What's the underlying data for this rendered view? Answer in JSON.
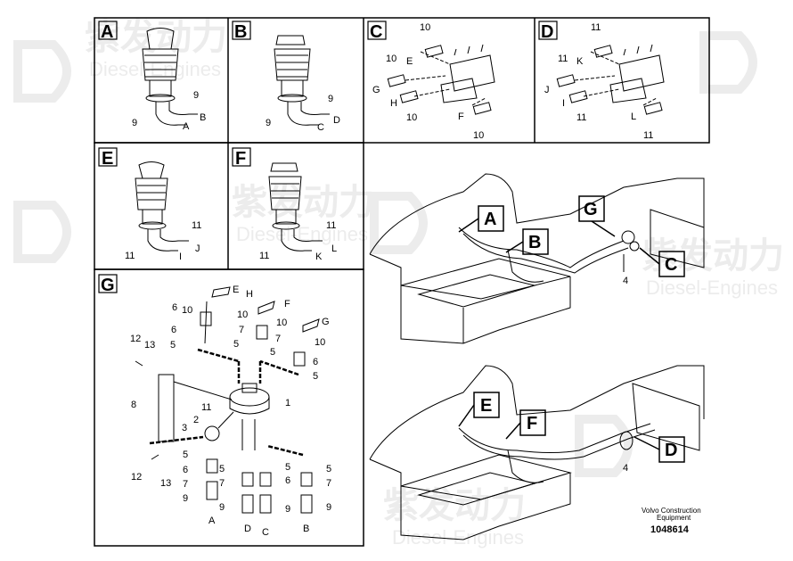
{
  "watermark": {
    "cn": "紫发动力",
    "en": "Diesel-Engines"
  },
  "panels": {
    "A": {
      "label": "A",
      "n1": "9",
      "n2": "9",
      "conn1": "B",
      "conn2": "A"
    },
    "B": {
      "label": "B",
      "n1": "9",
      "n2": "9",
      "conn1": "D",
      "conn2": "C"
    },
    "C": {
      "label": "C",
      "n_top": "10",
      "n_left": "10",
      "n_mid": "10",
      "n_bot": "10",
      "e": "E",
      "g": "G",
      "h": "H",
      "f": "F"
    },
    "D": {
      "label": "D",
      "n_top": "11",
      "n_left": "11",
      "n_mid": "11",
      "n_bot": "11",
      "k": "K",
      "j": "J",
      "i": "I",
      "l": "L"
    },
    "E": {
      "label": "E",
      "n1": "11",
      "n2": "11",
      "conn1": "J",
      "conn2": "I"
    },
    "F": {
      "label": "F",
      "n1": "11",
      "n2": "11",
      "conn1": "L",
      "conn2": "K"
    },
    "G": {
      "label": "G",
      "e": "E",
      "h": "H",
      "f": "F",
      "g": "G",
      "n6": "6",
      "n10": "10",
      "n7": "7",
      "n5": "5",
      "n12": "12",
      "n13": "13",
      "n8": "8",
      "n1": "1",
      "n11": "11",
      "n2": "2",
      "n3": "3",
      "n9": "9",
      "a": "A",
      "d": "D",
      "c": "C",
      "b": "B"
    }
  },
  "machine": {
    "top_callouts": [
      "A",
      "B",
      "G",
      "C"
    ],
    "bottom_callouts": [
      "E",
      "F",
      "D"
    ],
    "n4": "4"
  },
  "footer": {
    "company_line1": "Volvo Construction",
    "company_line2": "Equipment",
    "doc_number": "1048614"
  }
}
